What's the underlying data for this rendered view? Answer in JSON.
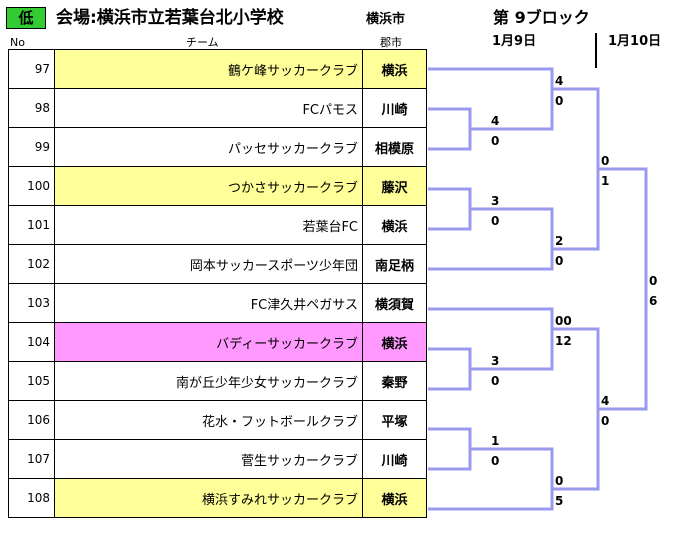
{
  "header": {
    "level": "低",
    "venue": "会場:横浜市立若葉台北小学校",
    "city": "横浜市",
    "block": "第 9ブロック",
    "dates": [
      "1月9日",
      "1月10日"
    ],
    "col_no": "No",
    "col_team": "チーム",
    "col_city": "郡市"
  },
  "colors": {
    "bracket_line": "#9999ee",
    "highlight_yellow": "#ffff99",
    "highlight_pink": "#ff99ff",
    "level_badge": "#33cc33"
  },
  "teams": [
    {
      "no": "97",
      "name": "鶴ケ峰サッカークラブ",
      "city": "横浜",
      "highlight": "yellow"
    },
    {
      "no": "98",
      "name": "FCパモス",
      "city": "川崎",
      "highlight": ""
    },
    {
      "no": "99",
      "name": "パッセサッカークラブ",
      "city": "相模原",
      "highlight": ""
    },
    {
      "no": "100",
      "name": "つかさサッカークラブ",
      "city": "藤沢",
      "highlight": "yellow"
    },
    {
      "no": "101",
      "name": "若葉台FC",
      "city": "横浜",
      "highlight": ""
    },
    {
      "no": "102",
      "name": "岡本サッカースポーツ少年団",
      "city": "南足柄",
      "highlight": ""
    },
    {
      "no": "103",
      "name": "FC津久井ペガサス",
      "city": "横須賀",
      "highlight": ""
    },
    {
      "no": "104",
      "name": "バディーサッカークラブ",
      "city": "横浜",
      "highlight": "pink"
    },
    {
      "no": "105",
      "name": "南が丘少年少女サッカークラブ",
      "city": "秦野",
      "highlight": ""
    },
    {
      "no": "106",
      "name": "花水・フットボールクラブ",
      "city": "平塚",
      "highlight": ""
    },
    {
      "no": "107",
      "name": "菅生サッカークラブ",
      "city": "川崎",
      "highlight": ""
    },
    {
      "no": "108",
      "name": "横浜すみれサッカークラブ",
      "city": "横浜",
      "highlight": "yellow"
    }
  ],
  "scores": {
    "m98_99": [
      "4",
      "0"
    ],
    "m100_101": [
      "3",
      "0"
    ],
    "m104_105": [
      "3",
      "0"
    ],
    "m106_107": [
      "1",
      "0"
    ],
    "r2_97": [
      "4",
      "0"
    ],
    "r2_102": [
      "2",
      "0"
    ],
    "r2_103": [
      "00",
      "12"
    ],
    "r2_108": [
      "0",
      "5"
    ],
    "r3_top": [
      "0",
      "1"
    ],
    "r3_bot": [
      "4",
      "0"
    ],
    "final": [
      "0",
      "6"
    ]
  }
}
